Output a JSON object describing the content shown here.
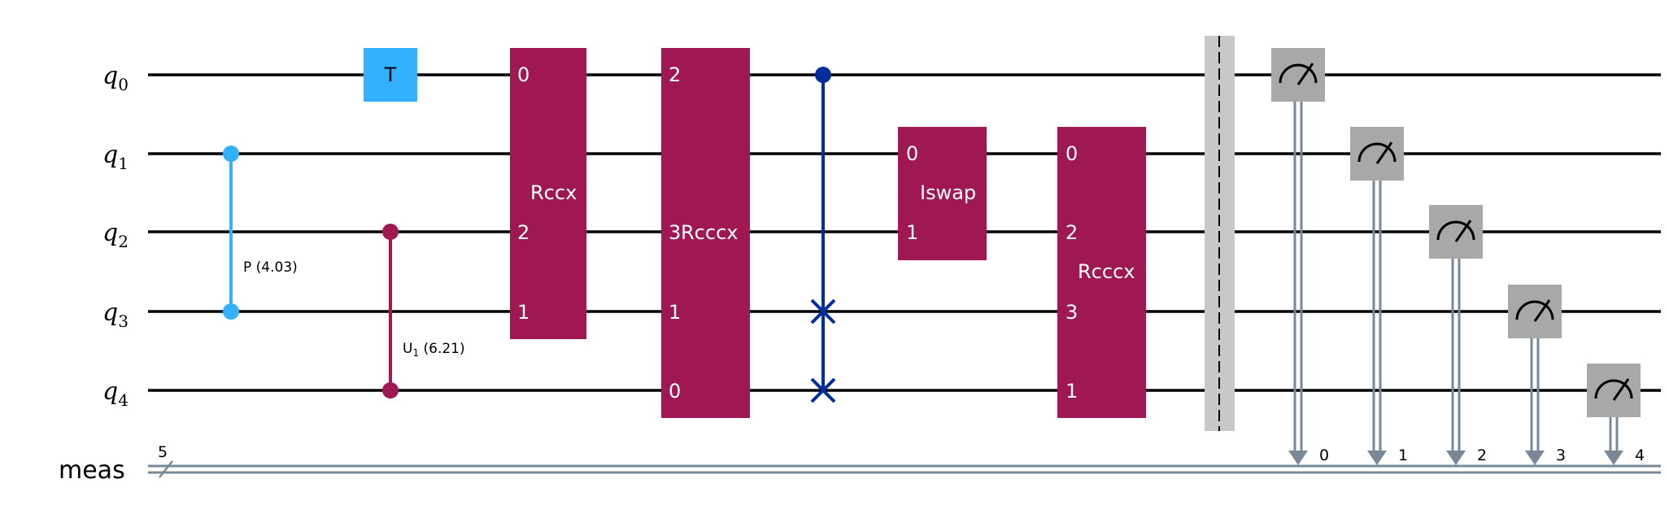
{
  "colors": {
    "wire": "#000000",
    "classical": "#778899",
    "t_gate": "#33b1ff",
    "p_gate": "#33b1ff",
    "u1_gate": "#9f1853",
    "rccx": "#9f1853",
    "rcccx": "#9f1853",
    "iswap": "#9f1853",
    "swap": "#002d9c",
    "barrier": "#c8c8c8",
    "measure": "#a8a8a8"
  },
  "qubits": {
    "q0": {
      "base": "q",
      "index": "0"
    },
    "q1": {
      "base": "q",
      "index": "1"
    },
    "q2": {
      "base": "q",
      "index": "2"
    },
    "q3": {
      "base": "q",
      "index": "3"
    },
    "q4": {
      "base": "q",
      "index": "4"
    }
  },
  "classical": {
    "label": "meas",
    "size": "5"
  },
  "gates": {
    "p": {
      "name": "P",
      "param": "(4.03)",
      "qubits": [
        "q1",
        "q3"
      ]
    },
    "t": {
      "label": "T",
      "qubit": "q0"
    },
    "u1": {
      "name": "U",
      "sub": "1",
      "param": "(6.21)",
      "qubits": [
        "q2",
        "q4"
      ]
    },
    "rccx": {
      "label": "Rccx",
      "ports": {
        "q0": "0",
        "q2": "2",
        "q3": "1"
      }
    },
    "rcccx1": {
      "label": "Rcccx",
      "ports": {
        "q0": "2",
        "q2": "3",
        "q3": "1",
        "q4": "0"
      }
    },
    "swap": {
      "qubits": [
        "q0",
        "q3",
        "q4"
      ]
    },
    "iswap": {
      "label": "Iswap",
      "ports": {
        "q1": "0",
        "q2": "1"
      }
    },
    "rcccx2": {
      "label": "Rcccx",
      "ports": {
        "q1": "0",
        "q2": "2",
        "q3": "3",
        "q4": "1"
      }
    }
  },
  "measurements": [
    {
      "qubit": "q0",
      "bit": "0"
    },
    {
      "qubit": "q1",
      "bit": "1"
    },
    {
      "qubit": "q2",
      "bit": "2"
    },
    {
      "qubit": "q3",
      "bit": "3"
    },
    {
      "qubit": "q4",
      "bit": "4"
    }
  ]
}
